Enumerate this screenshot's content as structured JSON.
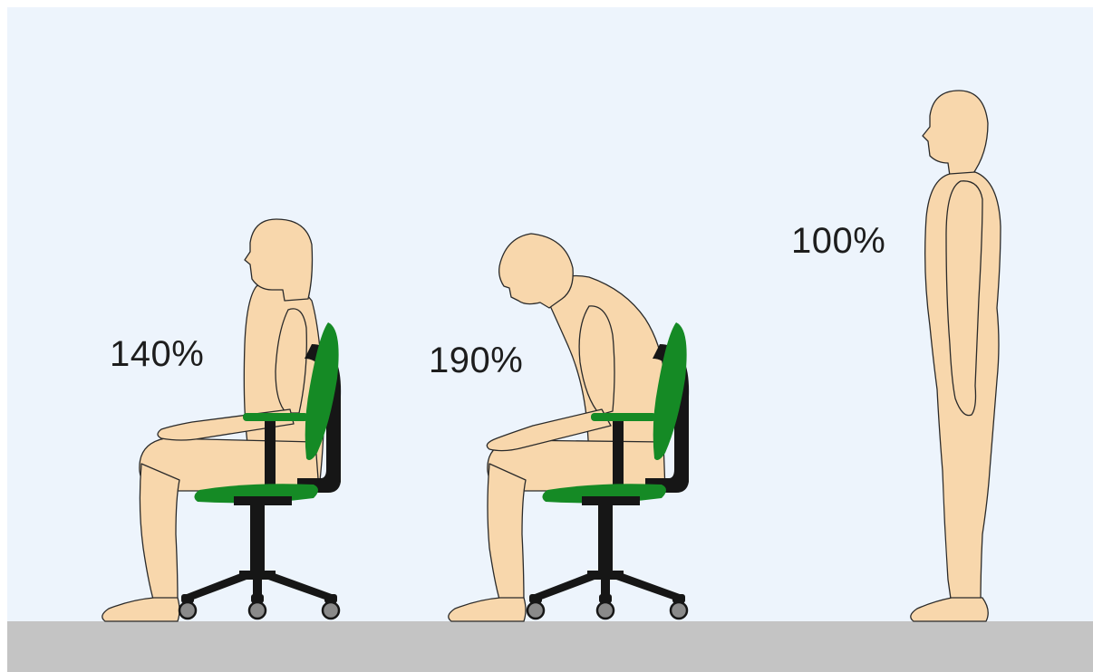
{
  "figures": [
    {
      "id": "sitting-upright",
      "label": "140%"
    },
    {
      "id": "sitting-leaning-forward",
      "label": "190%"
    },
    {
      "id": "standing",
      "label": "100%"
    }
  ],
  "colors": {
    "background": "#edf4fc",
    "floor": "#c4c4c4",
    "skin": "#f8d7ac",
    "outline": "#2a2a2a",
    "chair_cushion": "#158a25",
    "chair_frame": "#161616",
    "caster": "#8a8a8a"
  }
}
